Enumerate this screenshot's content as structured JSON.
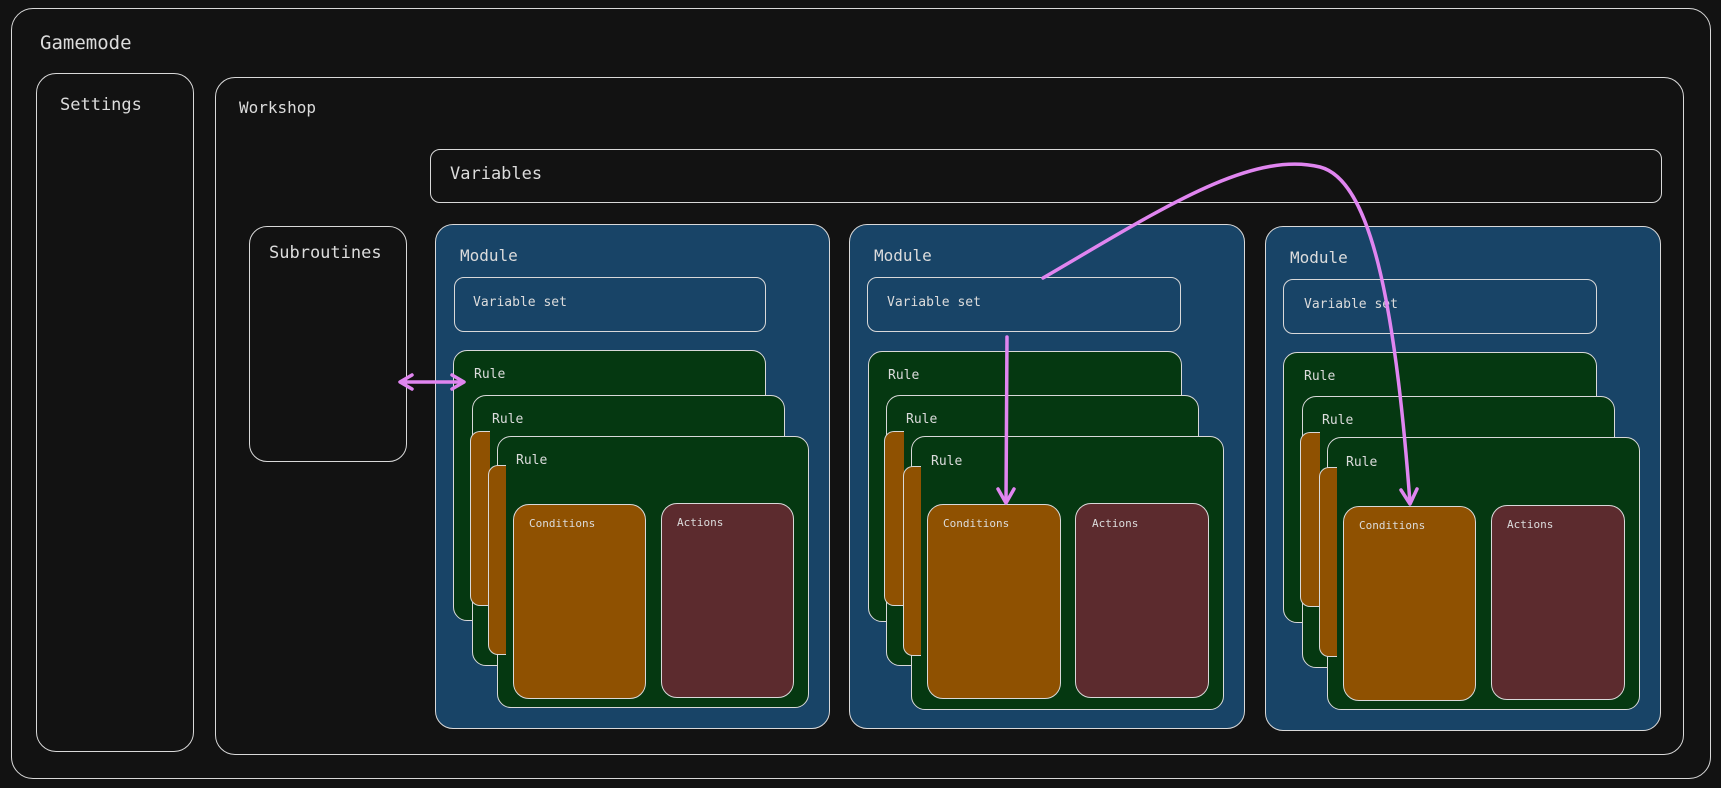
{
  "diagram": {
    "gamemode_label": "Gamemode",
    "settings_label": "Settings",
    "workshop_label": "Workshop",
    "variables_label": "Variables",
    "subroutines_label": "Subroutines",
    "modules": [
      {
        "label": "Module",
        "variable_set": "Variable set",
        "rules": [
          "Rule",
          "Rule",
          "Rule"
        ],
        "conditions": "Conditions",
        "actions": "Actions"
      },
      {
        "label": "Module",
        "variable_set": "Variable set",
        "rules": [
          "Rule",
          "Rule",
          "Rule"
        ],
        "conditions": "Conditions",
        "actions": "Actions"
      },
      {
        "label": "Module",
        "variable_set": "Variable set",
        "rules": [
          "Rule",
          "Rule",
          "Rule"
        ],
        "conditions": "Conditions",
        "actions": "Actions"
      }
    ]
  },
  "colors": {
    "background": "#121212",
    "stroke": "#d9d9d9",
    "module_fill": "#184467",
    "rule_fill": "#053811",
    "conditions_fill": "#8f5101",
    "actions_fill": "#5c2b2e",
    "arrow": "#e085f0"
  }
}
